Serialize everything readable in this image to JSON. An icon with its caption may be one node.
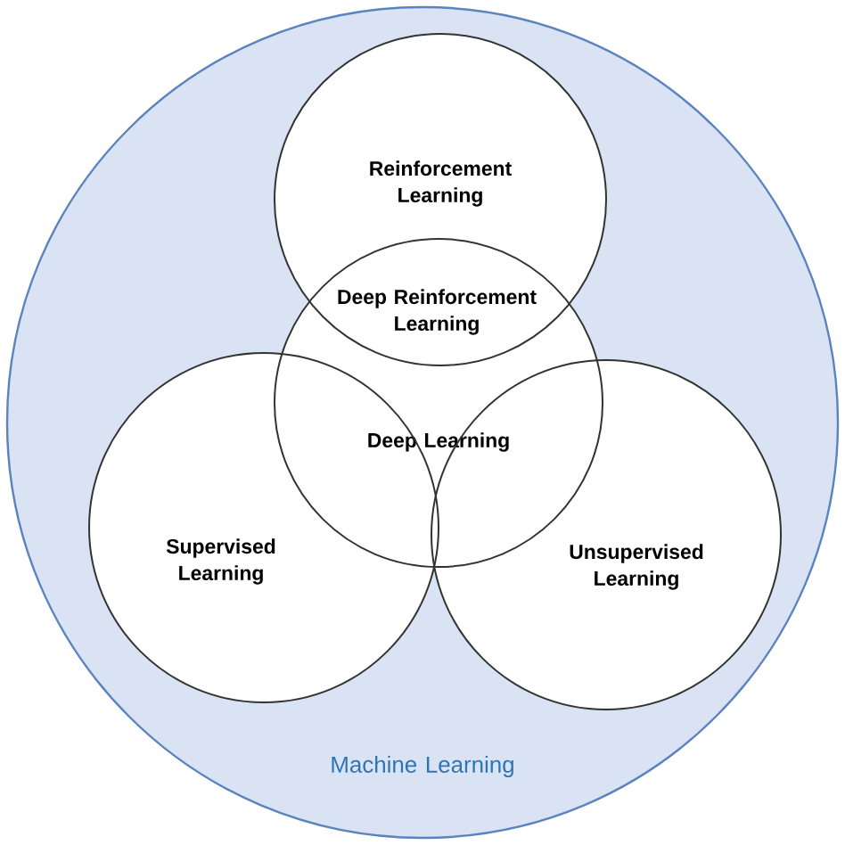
{
  "diagram": {
    "nodes": [
      {
        "text": [
          "Machine Learning"
        ]
      },
      {
        "text": [
          "Reinforcement Learning"
        ],
        "in": 0
      },
      {
        "text": [
          "Deep Learning"
        ],
        "in": 0
      },
      {
        "text": [
          "Supervised Learning"
        ],
        "in": 0
      },
      {
        "text": [
          "Unsupervised Learning"
        ],
        "in": 0
      }
    ],
    "edges": [],
    "labels": [
      "Deep Reinforcement Learning"
    ]
  }
}
